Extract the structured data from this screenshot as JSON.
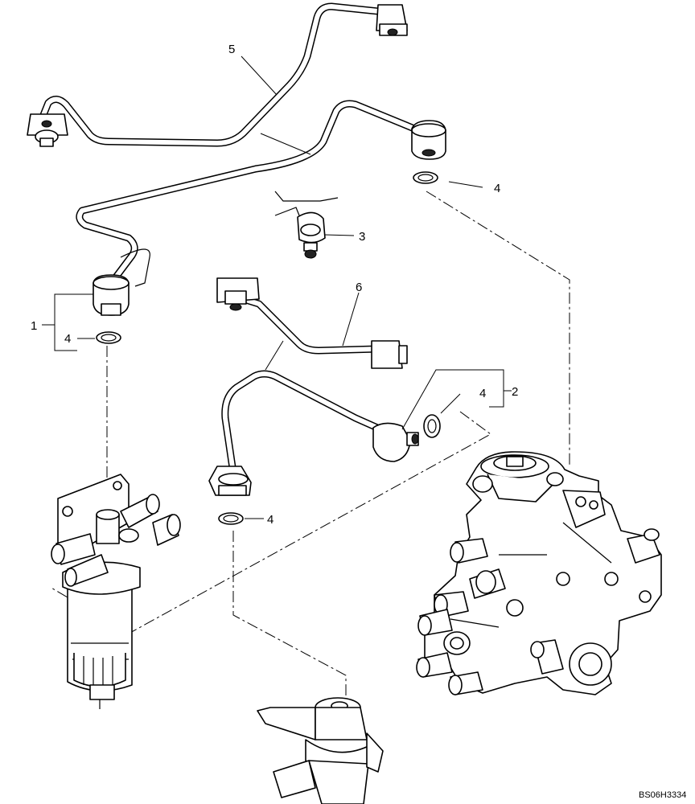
{
  "callouts": {
    "c1": "1",
    "c2": "2",
    "c3": "3",
    "c4a": "4",
    "c4b": "4",
    "c4c": "4",
    "c4d": "4",
    "c5": "5",
    "c6": "6"
  },
  "reference_code": "BS06H3334"
}
